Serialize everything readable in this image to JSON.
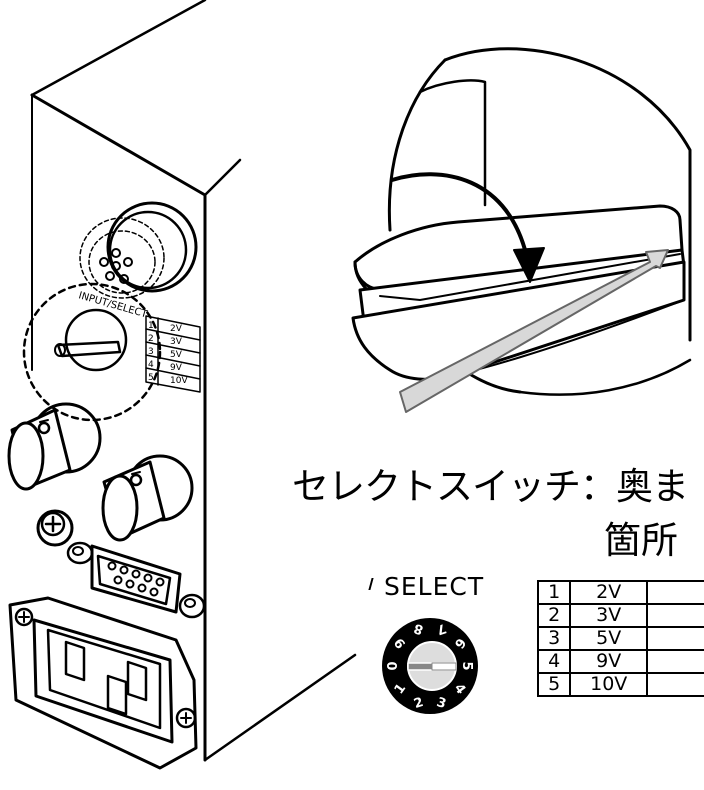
{
  "caption": {
    "line1": "セレクトスイッチ：奥ま",
    "line2": "箇所"
  },
  "selector": {
    "label": "SELECT",
    "dial_digits": [
      "0",
      "1",
      "2",
      "3",
      "4",
      "5",
      "6",
      "7",
      "8",
      "9"
    ]
  },
  "panel_table": {
    "rows": [
      {
        "pos": "1",
        "voltage": "2V"
      },
      {
        "pos": "2",
        "voltage": "3V"
      },
      {
        "pos": "3",
        "voltage": "5V"
      },
      {
        "pos": "4",
        "voltage": "9V"
      },
      {
        "pos": "5",
        "voltage": "10V"
      }
    ]
  },
  "voltage_table": {
    "rows": [
      {
        "pos": "1",
        "voltage": "2V"
      },
      {
        "pos": "2",
        "voltage": "3V"
      },
      {
        "pos": "3",
        "voltage": "5V"
      },
      {
        "pos": "4",
        "voltage": "9V"
      },
      {
        "pos": "5",
        "voltage": "10V"
      }
    ]
  },
  "colors": {
    "line": "#000000",
    "arrow_fill": "#d8d8d8",
    "background": "#ffffff"
  }
}
